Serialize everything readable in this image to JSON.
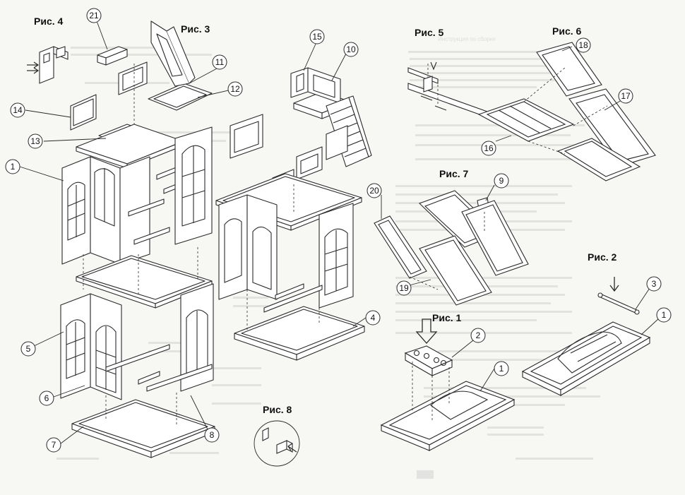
{
  "figures": {
    "fig1": "Рис. 1",
    "fig2": "Рис. 2",
    "fig3": "Рис. 3",
    "fig4": "Рис. 4",
    "fig5": "Рис. 5",
    "fig6": "Рис. 6",
    "fig7": "Рис. 7",
    "fig8": "Рис. 8"
  },
  "callouts": {
    "c1a": "1",
    "c1b": "1",
    "c1c": "1",
    "c2": "2",
    "c3": "3",
    "c4": "4",
    "c5": "5",
    "c6": "6",
    "c7": "7",
    "c8": "8",
    "c9": "9",
    "c10": "10",
    "c11": "11",
    "c12": "12",
    "c13": "13",
    "c14": "14",
    "c15": "15",
    "c16": "16",
    "c17": "17",
    "c18": "18",
    "c19": "19",
    "c20": "20",
    "c21": "21"
  },
  "background_text": {
    "heading": "Инструкция по сборке"
  },
  "colors": {
    "paper": "#f7f7f4",
    "line": "#2a2a2a",
    "part_fill": "#ffffff",
    "ghost_text": "#c9c9c6"
  }
}
